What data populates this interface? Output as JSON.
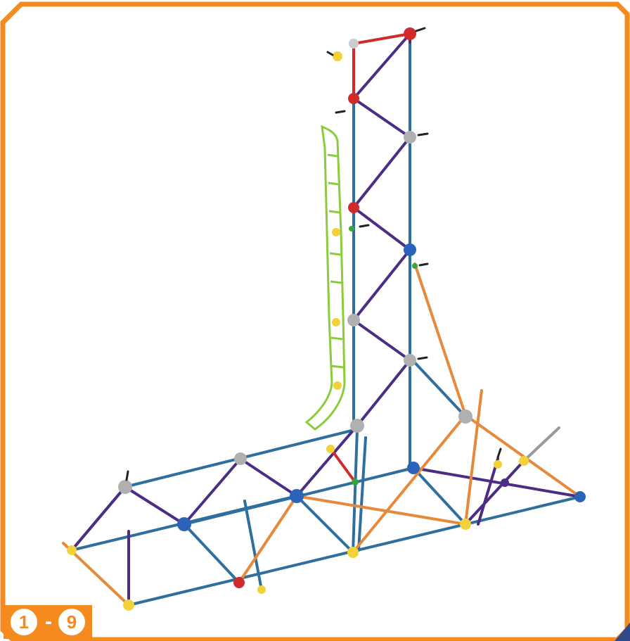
{
  "step": {
    "major": "1",
    "separator": "-",
    "minor": "9"
  },
  "colors": {
    "frame": "#f58a1f",
    "rod_blue": "#2e6f9e",
    "rod_purple": "#4b2e83",
    "rod_orange": "#e6893a",
    "rod_red": "#d02a2a",
    "track_green": "#8ccc3c",
    "connector_yellow": "#f2d23a",
    "connector_gray": "#b0b0b0",
    "connector_blue": "#2a63b8",
    "corner_tab": "#2e4a8a"
  },
  "illustration": {
    "subject": "construction-model-tower-truss"
  }
}
